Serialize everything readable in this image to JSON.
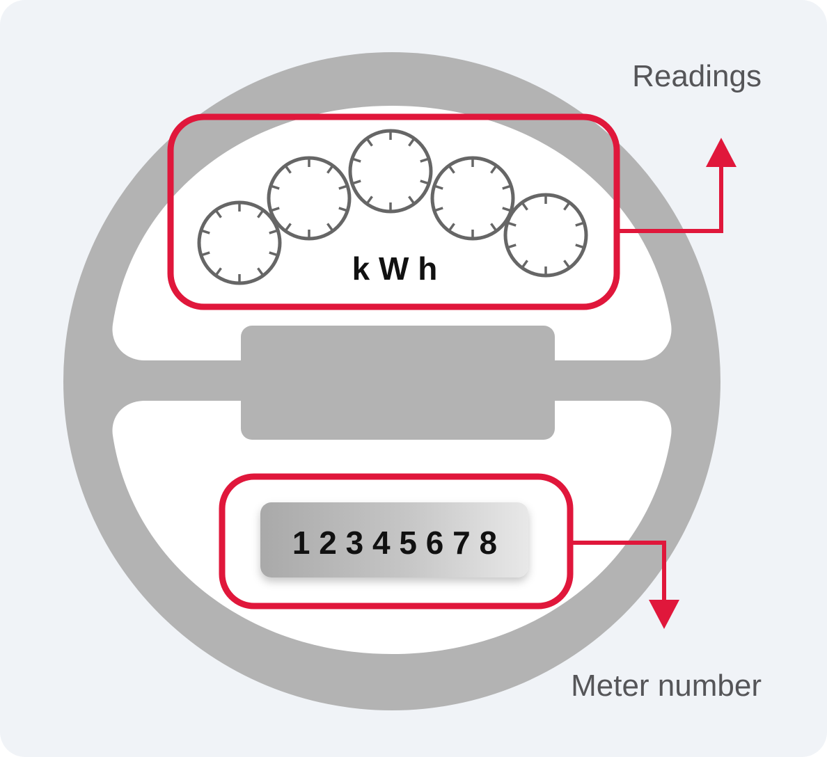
{
  "labels": {
    "readings": "Readings",
    "meter_number": "Meter number"
  },
  "meter": {
    "unit": "k W h",
    "serial": "1 2 3 4 5 6 7 8",
    "dial_count": 5
  },
  "colors": {
    "background": "#f0f3f7",
    "meter_body": "#b3b3b3",
    "highlight": "#e0173b",
    "dial_stroke": "#666666"
  }
}
